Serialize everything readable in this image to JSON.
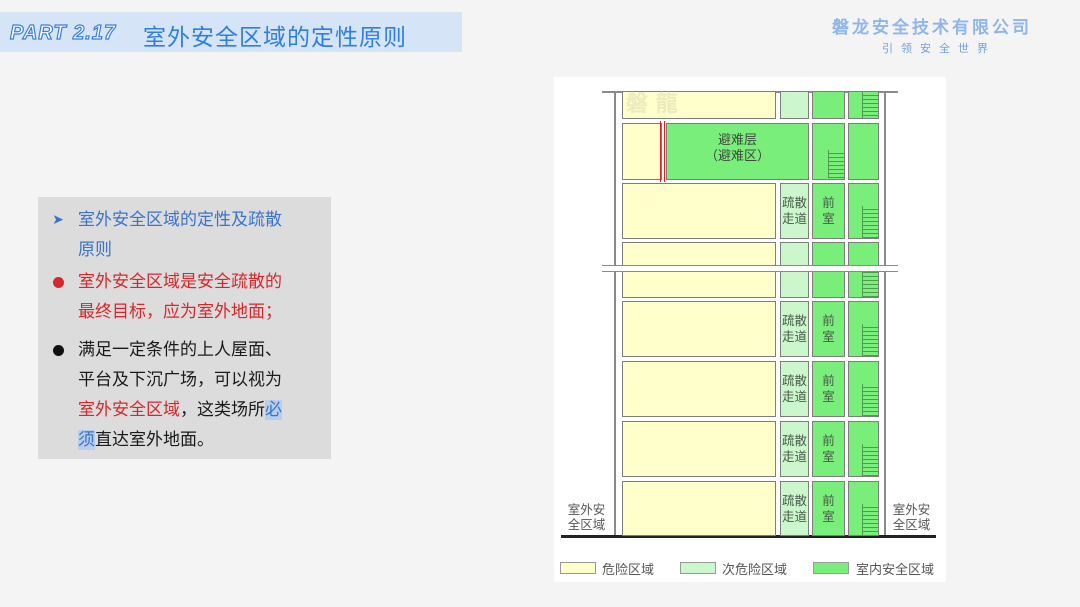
{
  "header": {
    "part_label": "PART 2.17",
    "title": "室外安全区域的定性原则",
    "company": "磐龙安全技术有限公司",
    "slogan": "引领安全世界"
  },
  "panel": {
    "items": [
      {
        "bullet": "arrow",
        "color": "#3b73c9",
        "text": "室外安全区域的定性及疏散原则",
        "line1": "室外安全区域的定性及疏散",
        "line2": "原则"
      },
      {
        "bullet": "dot",
        "color": "#d8262c",
        "text": "室外安全区域是安全疏散的最终目标，应为室外地面；",
        "line1": "室外安全区域是安全疏散的",
        "line2": "最终目标，应为室外地面；"
      },
      {
        "bullet": "dot",
        "color": "#1a1a1a",
        "line1": "满足一定条件的上人屋面、",
        "line2": "平台及下沉广场，可以视为",
        "line3_red": "室外安全区域",
        "line3_rest": "，这类场所",
        "line3_hl": "必",
        "line4_hl": "须",
        "line4_rest": "直达室外地面。"
      }
    ]
  },
  "diagram": {
    "refuge_floor": "避难层",
    "refuge_area": "（避难区）",
    "corridor_line1": "疏散",
    "corridor_line2": "走道",
    "anteroom_line1": "前",
    "anteroom_line2": "室",
    "outdoor_left_1": "室外安",
    "outdoor_left_2": "全区域",
    "outdoor_right_1": "室外安",
    "outdoor_right_2": "全区域",
    "watermark": "磐 龍",
    "legend": [
      {
        "label": "危险区域",
        "color": "#ffffcc"
      },
      {
        "label": "次危险区域",
        "color": "#ccf7cc"
      },
      {
        "label": "室内安全区域",
        "color": "#7aee7a"
      }
    ]
  }
}
